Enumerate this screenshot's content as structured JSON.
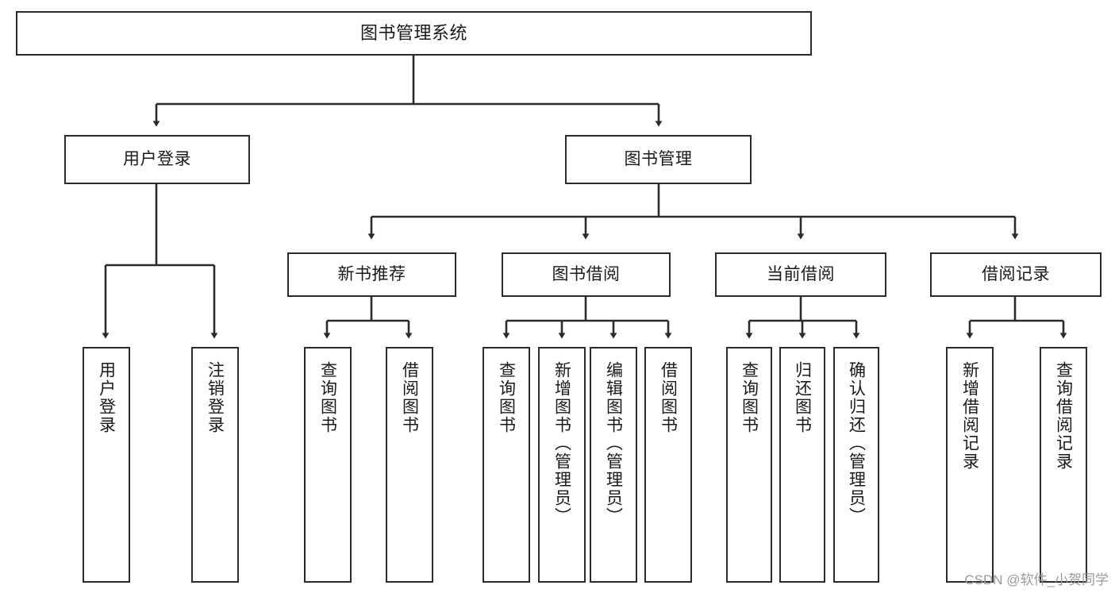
{
  "diagram": {
    "type": "tree",
    "title": "图书管理系统",
    "orientation": "top-down",
    "colors": {
      "box_border": "#2b2b2b",
      "box_fill": "#ffffff",
      "edge": "#2b2b2b",
      "text": "#1a1a1a",
      "watermark": "#9a9a9a",
      "background": "#ffffff"
    },
    "root": {
      "id": "root",
      "label": "图书管理系统"
    },
    "level2": [
      {
        "id": "n-user-login",
        "label": "用户登录"
      },
      {
        "id": "n-book-manage",
        "label": "图书管理"
      }
    ],
    "level3": [
      {
        "id": "n-new-book-rec",
        "label": "新书推荐",
        "parent": "n-book-manage"
      },
      {
        "id": "n-book-borrow",
        "label": "图书借阅",
        "parent": "n-book-manage"
      },
      {
        "id": "n-current-borrow",
        "label": "当前借阅",
        "parent": "n-book-manage"
      },
      {
        "id": "n-borrow-record",
        "label": "借阅记录",
        "parent": "n-book-manage"
      }
    ],
    "leaves": [
      {
        "id": "l-user-login",
        "label": "用户登录",
        "parent": "n-user-login"
      },
      {
        "id": "l-user-logout",
        "label": "注销登录",
        "parent": "n-user-login"
      },
      {
        "id": "l-rec-query-book",
        "label": "查询图书",
        "parent": "n-new-book-rec"
      },
      {
        "id": "l-rec-borrow-book",
        "label": "借阅图书",
        "parent": "n-new-book-rec"
      },
      {
        "id": "l-bb-query-book",
        "label": "查询图书",
        "parent": "n-book-borrow"
      },
      {
        "id": "l-bb-add-book",
        "label": "新增图书（管理员）",
        "parent": "n-book-borrow"
      },
      {
        "id": "l-bb-edit-book",
        "label": "编辑图书（管理员）",
        "parent": "n-book-borrow"
      },
      {
        "id": "l-bb-borrow-book",
        "label": "借阅图书",
        "parent": "n-book-borrow"
      },
      {
        "id": "l-cb-query-book",
        "label": "查询图书",
        "parent": "n-current-borrow"
      },
      {
        "id": "l-cb-return-book",
        "label": "归还图书",
        "parent": "n-current-borrow"
      },
      {
        "id": "l-cb-confirm-return",
        "label": "确认归还（管理员）",
        "parent": "n-current-borrow"
      },
      {
        "id": "l-br-add-record",
        "label": "新增借阅记录",
        "parent": "n-borrow-record"
      },
      {
        "id": "l-br-query-record",
        "label": "查询借阅记录",
        "parent": "n-borrow-record"
      }
    ]
  },
  "watermark": {
    "text": "CSDN @软件_小贺同学"
  }
}
